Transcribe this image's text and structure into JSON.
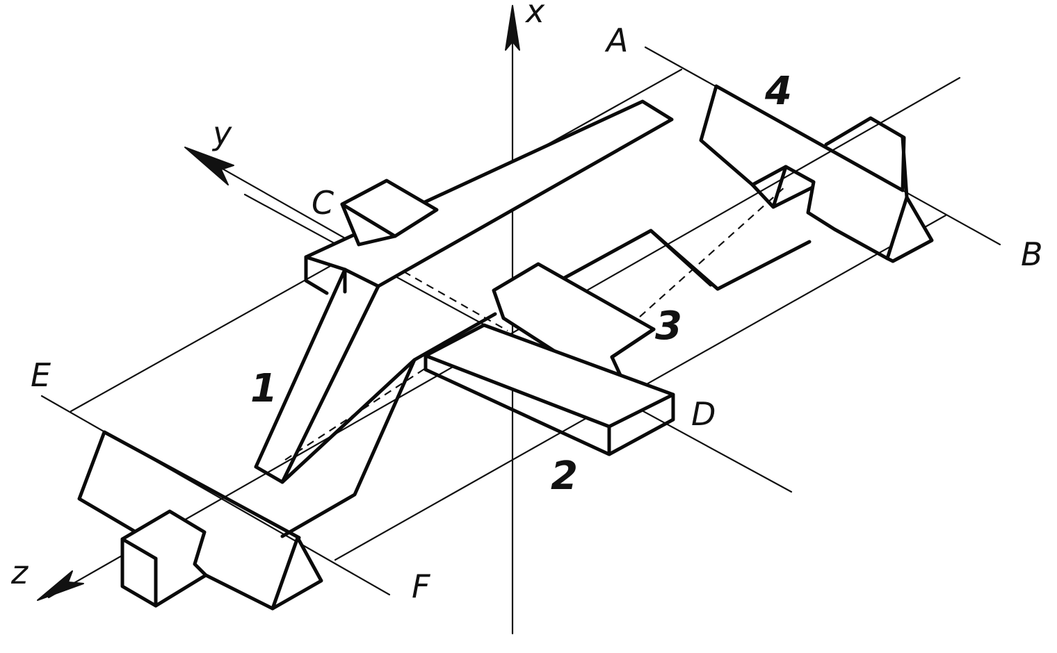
{
  "axes": {
    "x": "x",
    "y": "y",
    "z": "z"
  },
  "points": {
    "A": "A",
    "B": "B",
    "C": "C",
    "D": "D",
    "E": "E",
    "F": "F"
  },
  "parts": {
    "p1": "1",
    "p2": "2",
    "p3": "3",
    "p4": "4"
  },
  "colors": {
    "ink": "#111111",
    "paper": "#ffffff"
  }
}
